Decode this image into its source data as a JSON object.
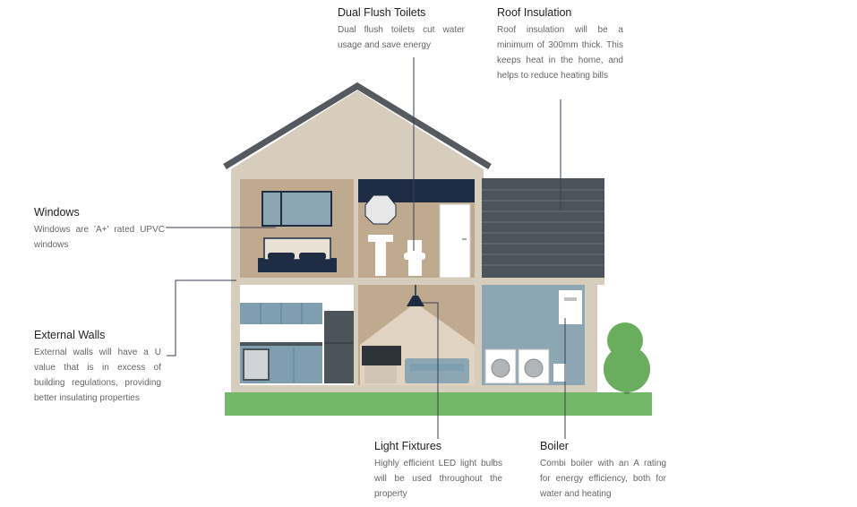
{
  "callouts": {
    "dual_flush": {
      "title": "Dual Flush Toilets",
      "text": "Dual flush toilets cut water usage and save energy"
    },
    "roof": {
      "title": "Roof Insulation",
      "text": "Roof insulation will be a minimum of 300mm thick. This keeps heat in the home, and helps to reduce heating bills"
    },
    "windows": {
      "title": "Windows",
      "text": "Windows are 'A+' rated UPVC windows"
    },
    "walls": {
      "title": "External Walls",
      "text": "External walls will have a U value that is in excess of building regulations, providing better insulating properties"
    },
    "lights": {
      "title": "Light Fixtures",
      "text": "Highly efficient LED light bulbs will be used throughout the property"
    },
    "boiler": {
      "title": "Boiler",
      "text": "Combi boiler with an A rating for energy efficiency, both for water and heating"
    }
  },
  "colors": {
    "wall": "#d7cdbd",
    "room_tan": "#c0aa8f",
    "navy": "#1e2c44",
    "blue_grey": "#8ca6b4",
    "slate": "#4b535b",
    "roof_grey": "#555a60",
    "grass": "#72b868",
    "tree": "#6aad5e",
    "line": "#3a3f55"
  }
}
